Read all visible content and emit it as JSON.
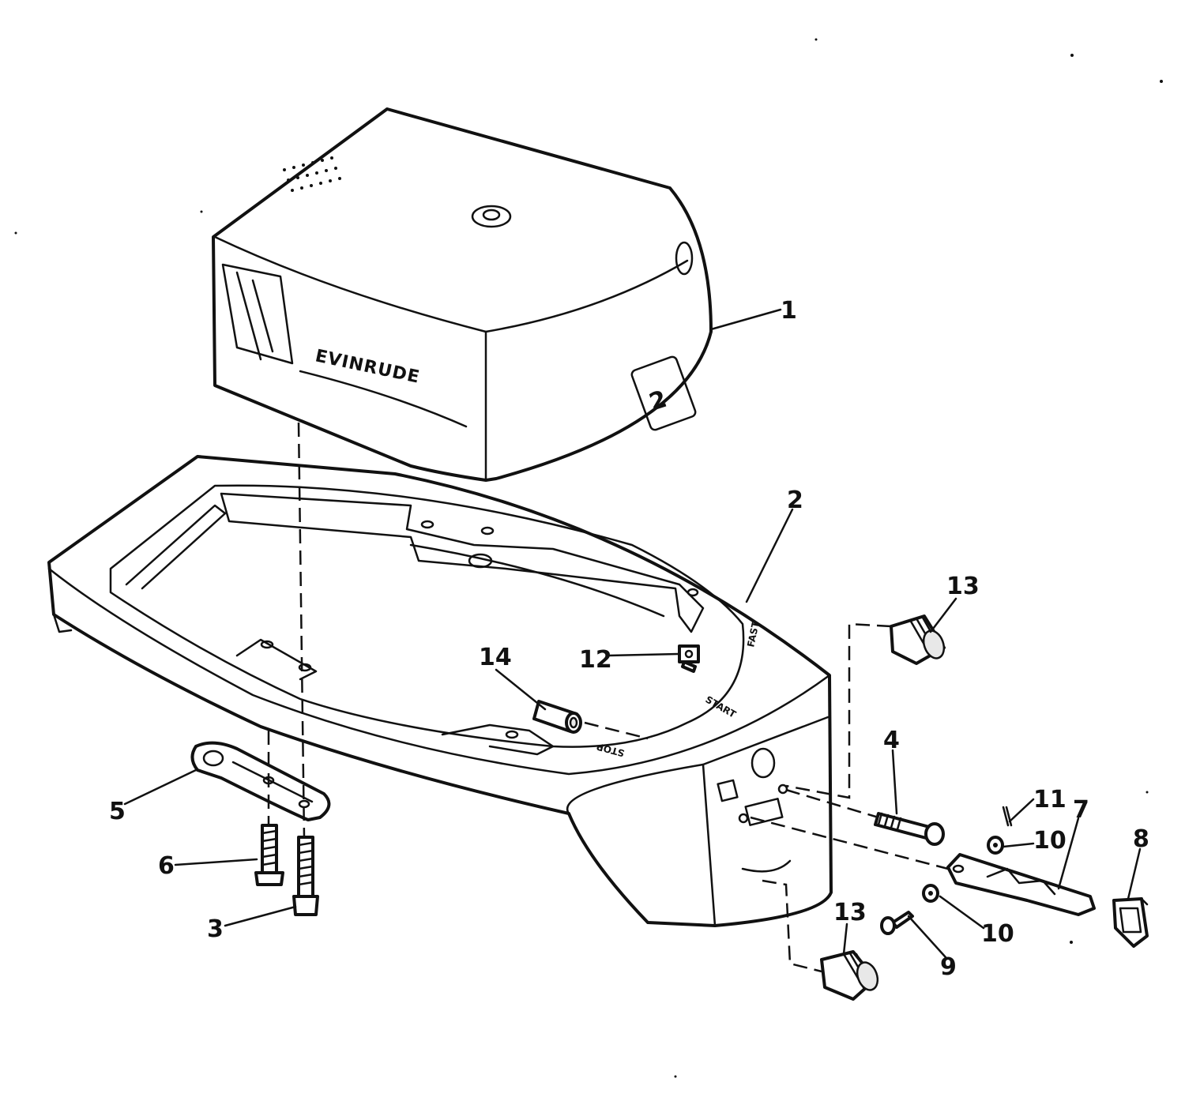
{
  "callouts": {
    "c1": "1",
    "c2": "2",
    "c3": "3",
    "c4": "4",
    "c5": "5",
    "c6": "6",
    "c7": "7",
    "c8": "8",
    "c9": "9",
    "c10a": "10",
    "c10b": "10",
    "c11": "11",
    "c12": "12",
    "c13a": "13",
    "c13b": "13",
    "c14": "14"
  },
  "hood": {
    "brand": "EVINRUDE",
    "badge": "2"
  },
  "tray_markings": {
    "fast": "FAST",
    "start": "START",
    "stop": "STOP"
  }
}
